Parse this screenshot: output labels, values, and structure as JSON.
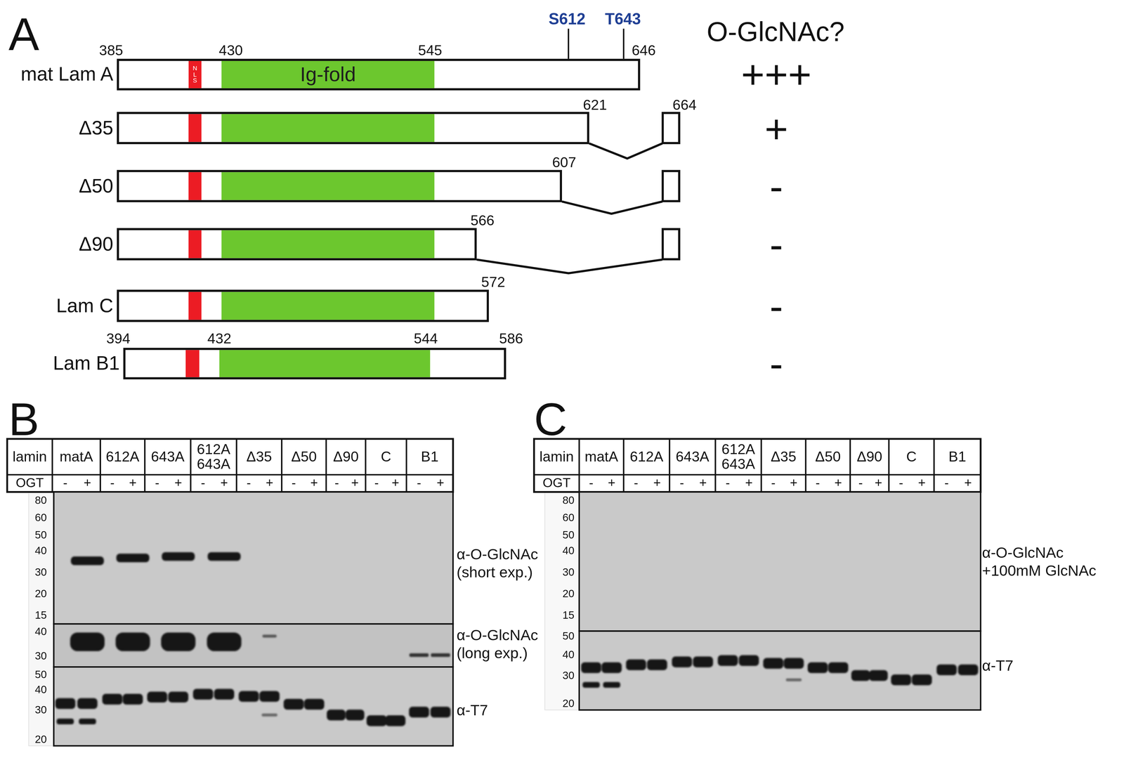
{
  "diagram": {
    "nodes": [
      {
        "text": [
          "mat Lam A"
        ]
      },
      {
        "text": [
          "N L S"
        ],
        "in": 0
      },
      {
        "text": [
          "Ig-fold"
        ],
        "in": 0
      },
      {
        "text": [
          "Δ35"
        ]
      },
      {
        "text": [
          "Δ50"
        ]
      },
      {
        "text": [
          "Δ90"
        ]
      },
      {
        "text": [
          "Lam C"
        ]
      },
      {
        "text": [
          "Lam B1"
        ]
      }
    ],
    "labels": [
      "A",
      "385",
      "430",
      "545",
      "646",
      "S612",
      "T643",
      "O-GlcNAc?",
      "+++",
      "621",
      "664",
      "+",
      "607",
      "-",
      "566",
      "-",
      "572",
      "-",
      "394",
      "432",
      "544",
      "586",
      "-",
      "B",
      "lamin",
      "matA",
      "612A",
      "643A",
      "612A 643A",
      "Δ35",
      "Δ50",
      "Δ90",
      "C",
      "B1",
      "OGT",
      "-",
      "+",
      "-",
      "+",
      "-",
      "+",
      "-",
      "+",
      "-",
      "+",
      "-",
      "+",
      "-",
      "+",
      "-",
      "+",
      "-",
      "+",
      "80",
      "60",
      "50",
      "40",
      "30",
      "20",
      "15",
      "40",
      "30",
      "50",
      "40",
      "30",
      "20",
      "α-O-GlcNAc (short exp.)",
      "α-O-GlcNAc (long exp.)",
      "α-T7",
      "C",
      "lamin",
      "matA",
      "612A",
      "643A",
      "612A 643A",
      "Δ35",
      "Δ50",
      "Δ90",
      "C",
      "B1",
      "OGT",
      "-",
      "+",
      "-",
      "+",
      "-",
      "+",
      "-",
      "+",
      "-",
      "+",
      "-",
      "+",
      "-",
      "+",
      "-",
      "+",
      "-",
      "+",
      "80",
      "60",
      "50",
      "40",
      "30",
      "20",
      "15",
      "50",
      "40",
      "30",
      "20",
      "α-O-GlcNAc +100mM GlcNAc",
      "α-T7"
    ]
  }
}
